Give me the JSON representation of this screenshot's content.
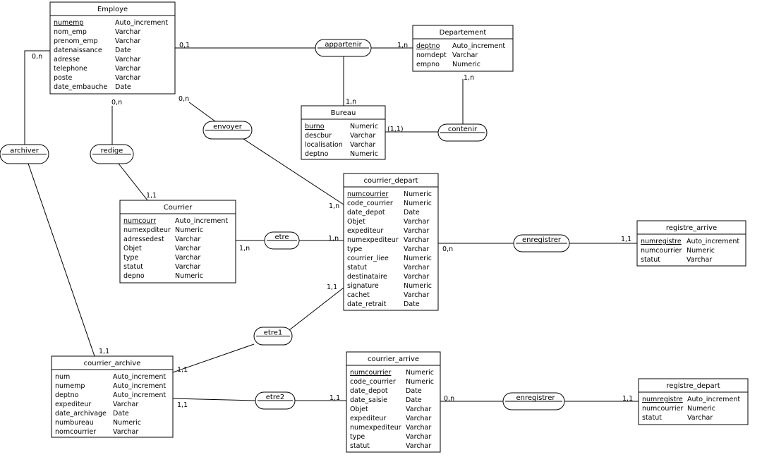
{
  "entities": [
    {
      "id": "employe",
      "title": "Employe",
      "attrs": [
        {
          "name": "numemp",
          "type": "Auto_increment",
          "key": true
        },
        {
          "name": "nom_emp",
          "type": "Varchar"
        },
        {
          "name": "prenom_emp",
          "type": "Varchar"
        },
        {
          "name": "datenaissance",
          "type": "Date"
        },
        {
          "name": "adresse",
          "type": "Varchar"
        },
        {
          "name": "telephone",
          "type": "Varchar"
        },
        {
          "name": "poste",
          "type": "Varchar"
        },
        {
          "name": "date_embauche",
          "type": "Date"
        }
      ]
    },
    {
      "id": "departement",
      "title": "Departement",
      "attrs": [
        {
          "name": "deptno",
          "type": "Auto_increment",
          "key": true
        },
        {
          "name": "nomdept",
          "type": "Varchar"
        },
        {
          "name": "empno",
          "type": "Numeric"
        }
      ]
    },
    {
      "id": "bureau",
      "title": "Bureau",
      "attrs": [
        {
          "name": "burno",
          "type": "Numeric",
          "key": true
        },
        {
          "name": "descbur",
          "type": "Varchar"
        },
        {
          "name": "localisation",
          "type": "Varchar"
        },
        {
          "name": "deptno",
          "type": "Numeric"
        }
      ]
    },
    {
      "id": "courrier",
      "title": "Courrier",
      "attrs": [
        {
          "name": "numcourr",
          "type": "Auto_increment",
          "key": true
        },
        {
          "name": "numexpditeur",
          "type": "Numeric"
        },
        {
          "name": "adressedest",
          "type": "Varchar"
        },
        {
          "name": "Objet",
          "type": "Varchar"
        },
        {
          "name": "type",
          "type": "Varchar"
        },
        {
          "name": "statut",
          "type": "Varchar"
        },
        {
          "name": "depno",
          "type": "Numeric"
        }
      ]
    },
    {
      "id": "courrier_depart",
      "title": "courrier_depart",
      "attrs": [
        {
          "name": "numcourrier",
          "type": "Numeric",
          "key": true
        },
        {
          "name": "code_courrier",
          "type": "Numeric"
        },
        {
          "name": "date_depot",
          "type": "Date"
        },
        {
          "name": "Objet",
          "type": "Varchar"
        },
        {
          "name": "expediteur",
          "type": "Varchar"
        },
        {
          "name": "numexpediteur",
          "type": "Varchar"
        },
        {
          "name": "type",
          "type": "Varchar"
        },
        {
          "name": "courrier_liee",
          "type": "Numeric"
        },
        {
          "name": "statut",
          "type": "Varchar"
        },
        {
          "name": "destinataire",
          "type": "Varchar"
        },
        {
          "name": "signature",
          "type": "Numeric"
        },
        {
          "name": "cachet",
          "type": "Varchar"
        },
        {
          "name": "date_retrait",
          "type": "Date"
        }
      ]
    },
    {
      "id": "registre_arrive",
      "title": "registre_arrive",
      "attrs": [
        {
          "name": "numregistre",
          "type": "Auto_increment",
          "key": true
        },
        {
          "name": "numcourrier",
          "type": "Numeric"
        },
        {
          "name": "statut",
          "type": "Varchar"
        }
      ]
    },
    {
      "id": "courrier_archive",
      "title": "courrier_archive",
      "attrs": [
        {
          "name": "num",
          "type": "Auto_increment"
        },
        {
          "name": "numemp",
          "type": "Auto_increment"
        },
        {
          "name": "deptno",
          "type": "Auto_increment"
        },
        {
          "name": "expediteur",
          "type": "Varchar"
        },
        {
          "name": "date_archivage",
          "type": "Date"
        },
        {
          "name": "numbureau",
          "type": "Numeric"
        },
        {
          "name": "nomcourrier",
          "type": "Varchar"
        }
      ]
    },
    {
      "id": "courrier_arrive",
      "title": "courrier_arrive",
      "attrs": [
        {
          "name": "numcourrier",
          "type": "Numeric",
          "key": true
        },
        {
          "name": "code_courrier",
          "type": "Numeric"
        },
        {
          "name": "date_depot",
          "type": "Date"
        },
        {
          "name": "date_saisie",
          "type": "Date"
        },
        {
          "name": "Objet",
          "type": "Varchar"
        },
        {
          "name": "expediteur",
          "type": "Varchar"
        },
        {
          "name": "numexpediteur",
          "type": "Varchar"
        },
        {
          "name": "type",
          "type": "Varchar"
        },
        {
          "name": "statut",
          "type": "Varchar"
        }
      ]
    },
    {
      "id": "registre_depart",
      "title": "registre_depart",
      "attrs": [
        {
          "name": "numregistre",
          "type": "Auto_increment",
          "key": true
        },
        {
          "name": "numcourrier",
          "type": "Numeric"
        },
        {
          "name": "statut",
          "type": "Varchar"
        }
      ]
    }
  ],
  "relationships": [
    {
      "id": "appartenir",
      "label": "appartenir"
    },
    {
      "id": "contenir",
      "label": "contenir"
    },
    {
      "id": "archiver",
      "label": "archiver"
    },
    {
      "id": "redige",
      "label": "redige"
    },
    {
      "id": "envoyer",
      "label": "envoyer"
    },
    {
      "id": "etre",
      "label": "etre"
    },
    {
      "id": "enregistrer",
      "label": "enregistrer"
    },
    {
      "id": "etre1",
      "label": "etre1"
    },
    {
      "id": "etre2",
      "label": "etre2"
    },
    {
      "id": "_enregistrer",
      "label": "_enregistrer"
    }
  ],
  "cardinalities": [
    {
      "id": "c_emp_appartenir",
      "text": "0,1"
    },
    {
      "id": "c_dept_appartenir",
      "text": "1,n"
    },
    {
      "id": "c_bureau_appartenir",
      "text": "1,n"
    },
    {
      "id": "c_dept_contenir",
      "text": "1,n"
    },
    {
      "id": "c_bureau_contenir",
      "text": "(1,1)"
    },
    {
      "id": "c_emp_archiver",
      "text": "0,n"
    },
    {
      "id": "c_emp_redige",
      "text": "0,n"
    },
    {
      "id": "c_emp_envoyer",
      "text": "0,n"
    },
    {
      "id": "c_courrier_redige",
      "text": "1,1"
    },
    {
      "id": "c_cdep_envoyer",
      "text": "1,n"
    },
    {
      "id": "c_courrier_etre",
      "text": "1,n"
    },
    {
      "id": "c_cdep_etre",
      "text": "1,n"
    },
    {
      "id": "c_cdep_enregistrer",
      "text": "0,n"
    },
    {
      "id": "c_rarr_enregistrer",
      "text": "1,1"
    },
    {
      "id": "c_cdep_etre1",
      "text": "1,1"
    },
    {
      "id": "c_carch_archiver",
      "text": "1,1"
    },
    {
      "id": "c_carch_etre1",
      "text": "1,1"
    },
    {
      "id": "c_carch_etre2",
      "text": "1,1"
    },
    {
      "id": "c_carr_etre2",
      "text": "1,1"
    },
    {
      "id": "c_carr_enregistrer",
      "text": "0,n"
    },
    {
      "id": "c_rdep_enregistrer",
      "text": "1,1"
    }
  ]
}
